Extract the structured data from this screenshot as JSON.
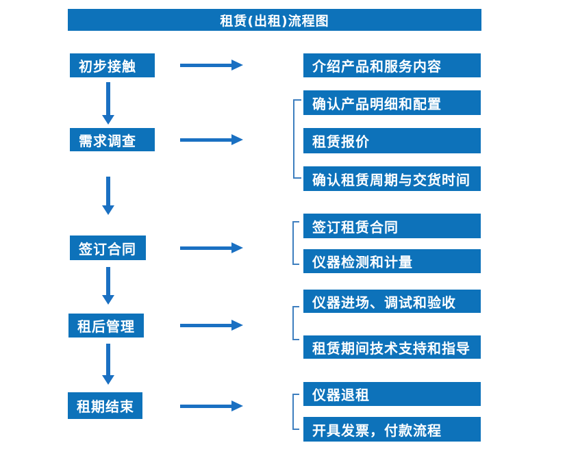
{
  "header": {
    "title": "租赁(出租)流程图"
  },
  "colors": {
    "box_blue": "#0d72ba",
    "arrow_blue": "#1a70c2",
    "bracket_blue": "#3d7ebf",
    "text_white": "#ffffff"
  },
  "flow": {
    "stages": [
      {
        "label": "初步接触",
        "outputs": [
          "介绍产品和服务内容"
        ]
      },
      {
        "label": "需求调查",
        "outputs": [
          "确认产品明细和配置",
          "租赁报价",
          "确认租赁周期与交货时间"
        ]
      },
      {
        "label": "签订合同",
        "outputs": [
          "签订租赁合同",
          "仪器检测和计量"
        ]
      },
      {
        "label": "租后管理",
        "outputs": [
          "仪器进场、调试和验收",
          "租赁期间技术支持和指导"
        ]
      },
      {
        "label": "租期结束",
        "outputs": [
          "仪器退租",
          "开具发票，付款流程"
        ]
      }
    ]
  }
}
